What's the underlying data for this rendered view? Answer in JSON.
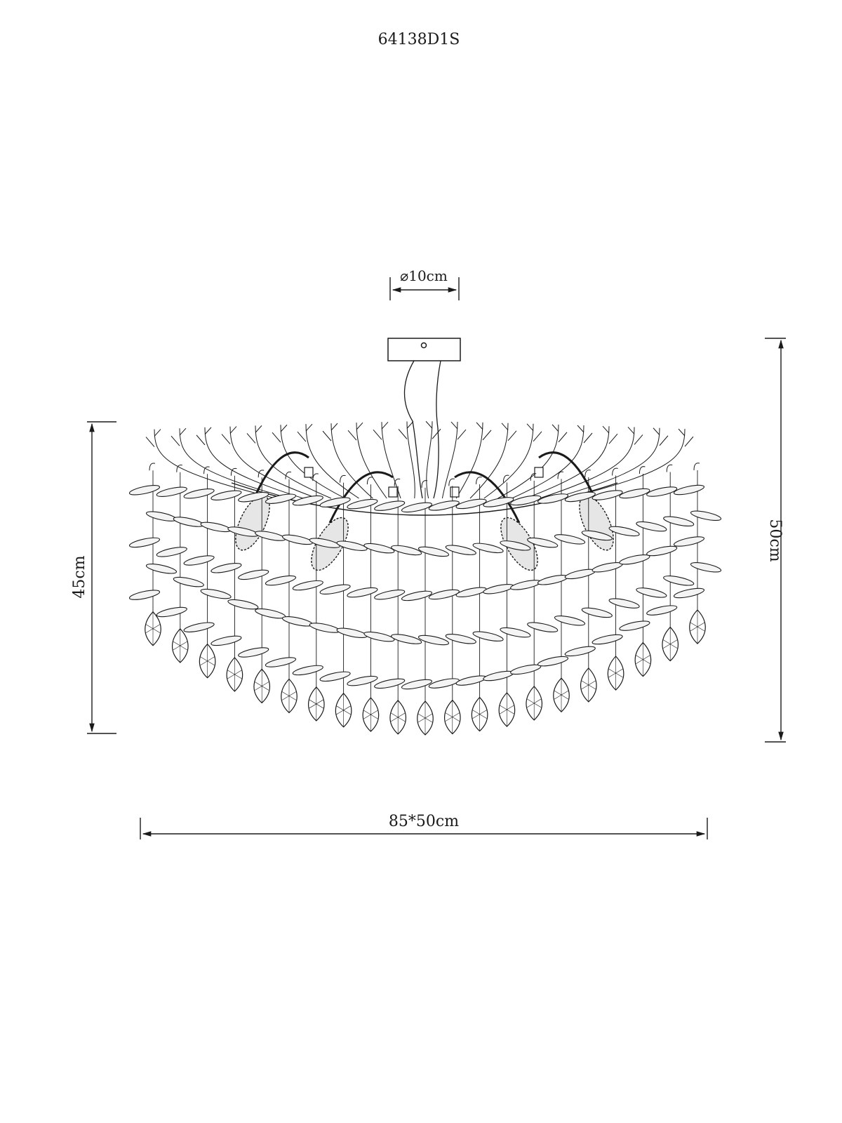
{
  "model_code": "64138D1S",
  "dimensions": {
    "canopy_diameter": "⌀10cm",
    "height_left": "45cm",
    "height_right": "50cm",
    "overall_size": "85*50cm"
  },
  "colors": {
    "line": "#1a1a1a",
    "background": "#ffffff"
  }
}
